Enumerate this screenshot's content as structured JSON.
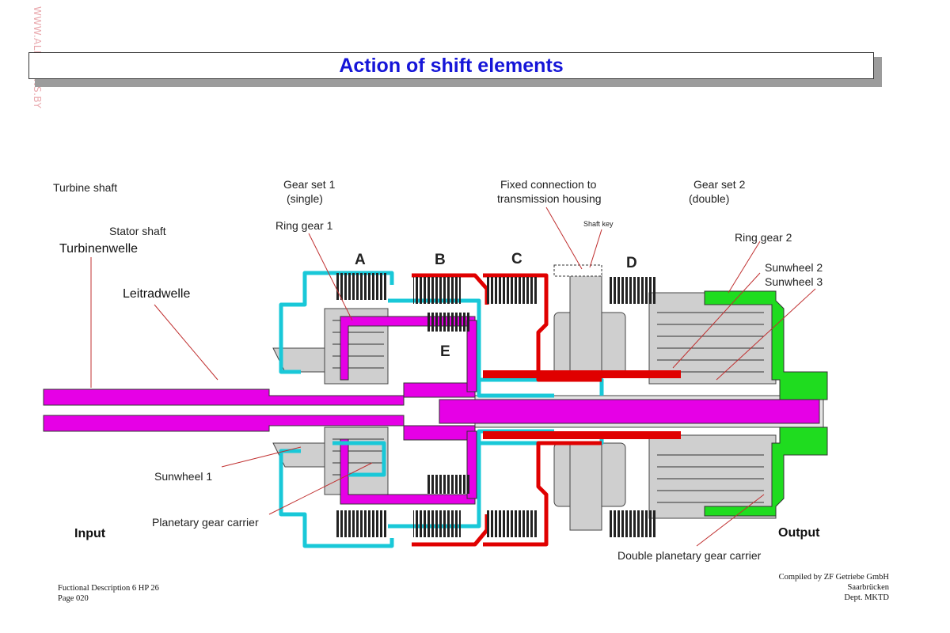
{
  "watermark": "WWW.ALL-TRANS.BY",
  "title": "Action of shift elements",
  "labels": {
    "turbine_shaft": "Turbine shaft",
    "stator_shaft": "Stator shaft",
    "turbinenwelle": "Turbinenwelle",
    "leitradwelle": "Leitradwelle",
    "gear_set_1": "Gear set 1",
    "gear_set_1_type": "(single)",
    "ring_gear_1": "Ring gear 1",
    "fixed_connection": "Fixed connection to",
    "fixed_connection_2": "transmission housing",
    "shaft_key": "Shaft key",
    "gear_set_2": "Gear set 2",
    "gear_set_2_type": "(double)",
    "ring_gear_2": "Ring gear 2",
    "sunwheel_2": "Sunwheel 2",
    "sunwheel_3": "Sunwheel 3",
    "sunwheel_1": "Sunwheel 1",
    "planetary_gear_carrier": "Planetary gear carrier",
    "double_planetary_gear_carrier": "Double planetary gear carrier",
    "input": "Input",
    "output": "Output"
  },
  "shift_elements": {
    "a": "A",
    "b": "B",
    "c": "C",
    "d": "D",
    "e": "E"
  },
  "footer": {
    "left_line1": "Fuctional Description 6 HP 26",
    "left_line2": "Page 020",
    "right_line1": "Compiled by ZF Getriebe GmbH",
    "right_line2": "Saarbrücken",
    "right_line3": "Dept. MKTD"
  },
  "colors": {
    "title": "#1515d8",
    "magenta": "#e600e6",
    "cyan": "#19c8d8",
    "red": "#e00000",
    "green": "#1fdc1f",
    "gray": "#c8c8c8",
    "leader": "#c03030"
  }
}
